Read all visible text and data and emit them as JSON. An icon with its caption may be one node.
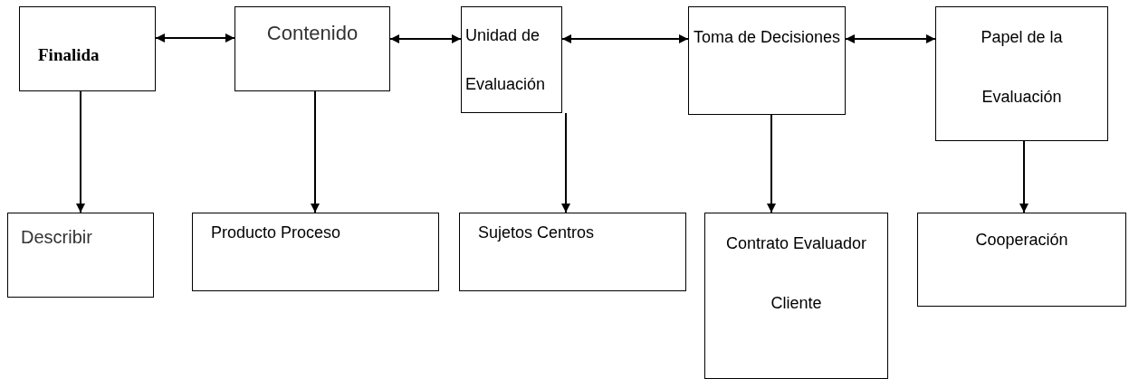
{
  "diagram": {
    "nodes": [
      {
        "text": [
          "Finalida"
        ]
      },
      {
        "text": [
          "Contenido"
        ]
      },
      {
        "text": [
          "Unidad de Evaluación"
        ]
      },
      {
        "text": [
          "Toma de Decisiones"
        ]
      },
      {
        "text": [
          "Papel de la Evaluación"
        ]
      },
      {
        "text": [
          "Describir"
        ]
      },
      {
        "text": [
          "Producto Proceso"
        ]
      },
      {
        "text": [
          "Sujetos Centros"
        ]
      },
      {
        "text": [
          "Contrato Evaluador Cliente"
        ]
      },
      {
        "text": [
          "Cooperación"
        ]
      }
    ],
    "edges": [
      {
        "from": 0,
        "to": 1,
        "arrow": "both"
      },
      {
        "from": 1,
        "to": 2,
        "arrow": "both"
      },
      {
        "from": 2,
        "to": 3,
        "arrow": "both"
      },
      {
        "from": 3,
        "to": 4,
        "arrow": "both"
      },
      {
        "from": 0,
        "to": 5,
        "arrow": "to"
      },
      {
        "from": 1,
        "to": 6,
        "arrow": "to"
      },
      {
        "from": 2,
        "to": 7,
        "arrow": "to"
      },
      {
        "from": 3,
        "to": 8,
        "arrow": "to"
      },
      {
        "from": 4,
        "to": 9,
        "arrow": "to"
      }
    ]
  }
}
